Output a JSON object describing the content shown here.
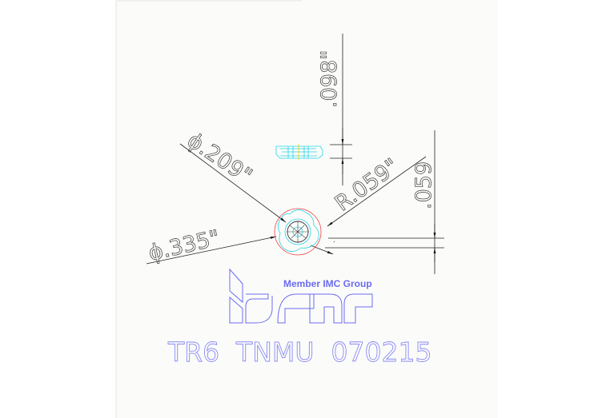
{
  "drawing": {
    "dimensions": {
      "thickness": ".098\"",
      "inner_diameter": "ϕ.209\"",
      "outer_diameter": "ϕ.335\"",
      "radius": "R.059\"",
      "offset": ".059"
    },
    "logo_text": "ISCAR",
    "member_text": "Member IMC Group",
    "part_code": "TR6  TNMU  070215"
  },
  "colors": {
    "logo": "#6b6bf0",
    "part_code": "#8a8af5",
    "circle": "#f04040",
    "insert": "#22d3e6",
    "dimension": "#222222"
  }
}
